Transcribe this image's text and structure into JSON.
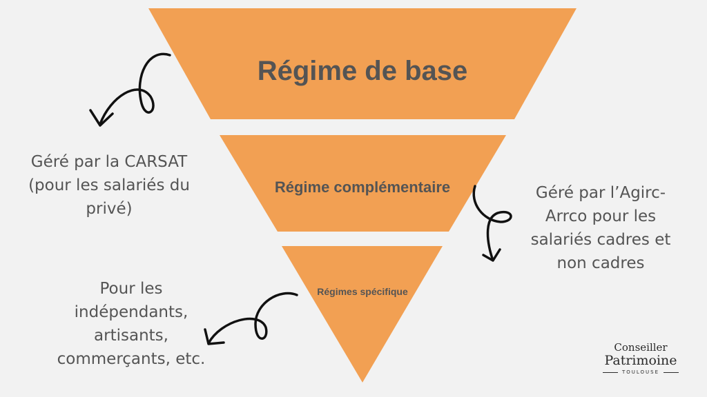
{
  "diagram": {
    "fill_color": "#f2a053",
    "text_color": "#545454",
    "background": "#f2f2f2",
    "tiers": [
      {
        "label": "Régime de base"
      },
      {
        "label": "Régime complémentaire"
      },
      {
        "label": "Régimes spécifique"
      }
    ]
  },
  "notes": {
    "carsat": [
      "Géré par la CARSAT",
      "(pour les salariés du",
      "privé)"
    ],
    "agirc": [
      "Géré par l’Agirc-",
      "Arrco pour les",
      "salariés cadres et",
      "non cadres"
    ],
    "independants": [
      "Pour les",
      "indépendants,",
      "artisants,",
      "commerçants, etc."
    ]
  },
  "logo": {
    "line1": "Conseiller",
    "line2": "Patrimoine",
    "line3": "TOULOUSE"
  }
}
